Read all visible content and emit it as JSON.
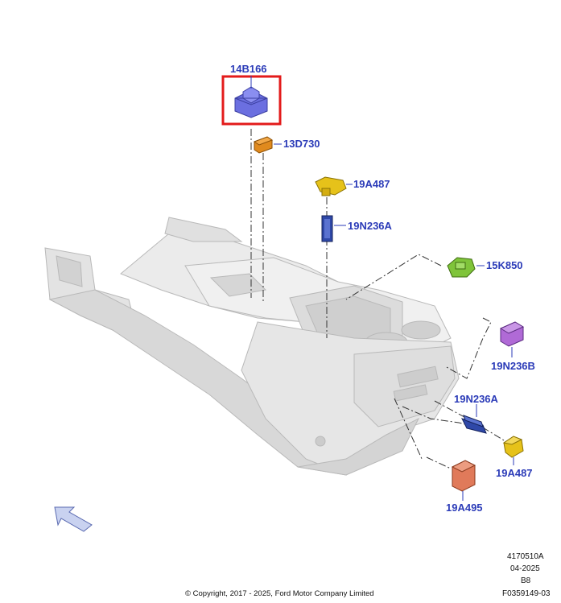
{
  "parts": [
    {
      "id": "14B166",
      "label": "14B166",
      "color": "#6b6fe0",
      "highlighted": true
    },
    {
      "id": "13D730",
      "label": "13D730",
      "color": "#e08a1e"
    },
    {
      "id": "19A487_top",
      "label": "19A487",
      "color": "#e6c21a"
    },
    {
      "id": "19N236A_top",
      "label": "19N236A",
      "color": "#2f48a8"
    },
    {
      "id": "15K850",
      "label": "15K850",
      "color": "#7fc43a"
    },
    {
      "id": "19N236B",
      "label": "19N236B",
      "color": "#b06ad6"
    },
    {
      "id": "19N236A_bottom",
      "label": "19N236A",
      "color": "#2f48a8"
    },
    {
      "id": "19A487_bottom",
      "label": "19A487",
      "color": "#e6c21a"
    },
    {
      "id": "19A495",
      "label": "19A495",
      "color": "#e07a5a"
    }
  ],
  "highlight_color": "#e31b1b",
  "reference": {
    "line1": "4170510A",
    "line2": "04-2025",
    "line3": "B8",
    "line4": "F0359149-03"
  },
  "copyright": "© Copyright, 2017 - 2025, Ford Motor Company Limited",
  "icons": {
    "orientation": "front-direction-arrow-icon"
  }
}
